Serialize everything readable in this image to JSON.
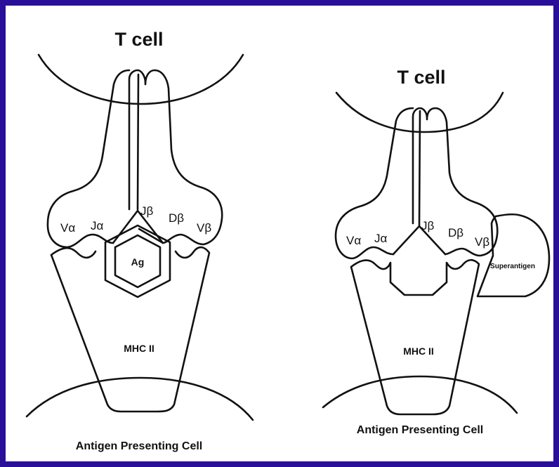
{
  "left_diagram": {
    "title": "T cell",
    "segments": [
      "Vα",
      "Jα",
      "Jβ",
      "Dβ",
      "Vβ"
    ],
    "antigen_label": "Ag",
    "mhc_label": "MHC II",
    "bottom_label": "Antigen Presenting Cell"
  },
  "right_diagram": {
    "title": "T cell",
    "segments": [
      "Vα",
      "Jα",
      "Jβ",
      "Dβ",
      "Vβ"
    ],
    "superantigen_label": "Superantigen",
    "mhc_label": "MHC II",
    "bottom_label": "Antigen Presenting Cell"
  },
  "colors": {
    "border": "#2a0f9a",
    "background": "#ffffff",
    "ink": "#111111"
  }
}
